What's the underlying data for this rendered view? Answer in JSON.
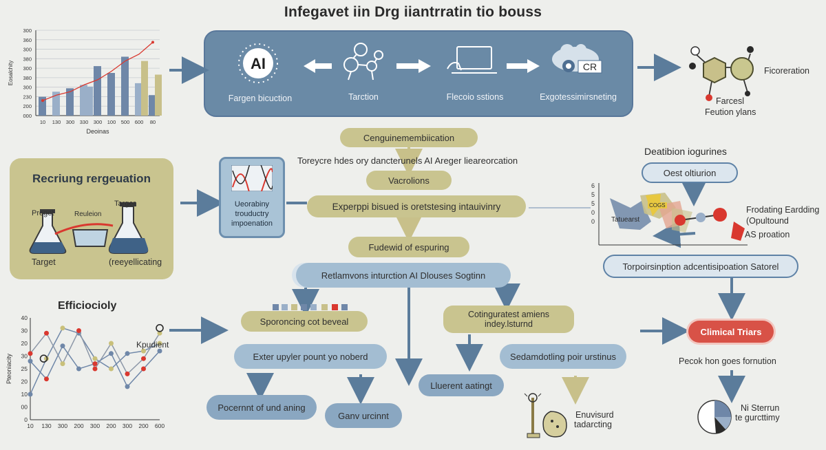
{
  "title": "Infegavet iin Drg iiantrratin tio bouss",
  "banner": {
    "ai_badge": "AI",
    "labels": [
      "Fargen bicuction",
      "Tarction",
      "Flecoio sstions",
      "Exgotessimirsneting"
    ],
    "cr_text": "CR"
  },
  "top_right": {
    "label1": "Ficoreration",
    "label2": "Farcesl",
    "label3": "Feution ylans"
  },
  "chart_top": {
    "chart_data": {
      "type": "bar",
      "categories": [
        "10",
        "130",
        "300",
        "330",
        "300",
        "100",
        "500",
        "600",
        "80"
      ],
      "series": [
        {
          "values": [
            110,
            140,
            160,
            180,
            290,
            250,
            345,
            190,
            120
          ]
        },
        {
          "values": [
            0,
            0,
            0,
            170,
            0,
            0,
            0,
            320,
            240
          ]
        }
      ],
      "line": [
        88,
        120,
        140,
        180,
        210,
        260,
        320,
        360,
        430
      ],
      "xlabel": "Deoinas",
      "ylabel": "Eosalchity",
      "yticks": [
        "300",
        "360",
        "300",
        "380",
        "300",
        "380",
        "300",
        "230",
        "200",
        "000"
      ],
      "ylim": [
        0,
        500
      ],
      "colors": [
        "#6f87a8",
        "#9aafc8",
        "#c8c08a",
        "#d9382f"
      ]
    }
  },
  "recruiting": {
    "title": "Recriung rergeuation",
    "preget": "Preget",
    "reaction": "Reuleion",
    "target_top": "Targer",
    "target_bottom": "Target",
    "recycling": "(reeyellicating"
  },
  "mini_box": {
    "line1": "Ueorabiny",
    "line2": "trouductry",
    "line3": "impoenation"
  },
  "center": {
    "pill1": "Cenguinemembiication",
    "subtitle": "Toreycre hdes ory dancterunels AI Areger lieareorcation",
    "pill2": "Vacrolions",
    "pill3": "Experppi bisued is oretstesing intauivinry",
    "pill4": "Fudewid of espuring",
    "pill5": "Retlamvons  inturction AI Dlouses Sogtinn",
    "pill6": "Sporoncing cot beveal",
    "pill7": "Cotinguratest amiens indey.lsturnd",
    "pill8": "Exter upyler pount yo noberd",
    "pill9": "Sedamdotling poir urstinus",
    "pill10": "Lluerent aatingt",
    "pill11": "Pocernnt of und aning",
    "pill12": "Ganv urcinnt",
    "enuvisurd1": "Enuvisurd",
    "enuvisurd2": "tadarcting"
  },
  "right": {
    "heading": "Deatibion iogurines",
    "pill1": "Oest oltiurion",
    "chip": "COGS",
    "tag": "Tatuearst",
    "label1": "Frodating Eardding",
    "label2": "(Opultound",
    "label3": "AS proation",
    "yticks": [
      "6",
      "5",
      "5",
      "0",
      "0"
    ],
    "pill2": "Torpoirsinption adcentisipoation Satorel",
    "pill3": "Climical Triars",
    "text1": "Pecok hon goes fornution",
    "pie1": "Ni Sterrun",
    "pie2": "te gurcttimy"
  },
  "chart_bottom": {
    "title": "Efficiocioly",
    "annot": "Kpudient",
    "chart_data": {
      "type": "line",
      "x": [
        "10",
        "130",
        "300",
        "200",
        "300",
        "200",
        "300",
        "200",
        "600"
      ],
      "series": [
        {
          "values": [
            10,
            24,
            36,
            34,
            24,
            20,
            26,
            27,
            30
          ]
        },
        {
          "values": [
            26,
            34,
            22,
            35,
            20,
            30,
            18,
            24,
            34
          ]
        },
        {
          "values": [
            23,
            16,
            29,
            20,
            22,
            26,
            13,
            20,
            27
          ]
        }
      ],
      "ylabel": "Pteoniacity",
      "yticks": [
        "40",
        "30",
        "20",
        "30",
        "25",
        "20",
        "10",
        "00",
        "0"
      ],
      "ylim": [
        0,
        40
      ],
      "colors": [
        "#6f87a8",
        "#8d98a8",
        "#c9c07a",
        "#d9382f",
        "#2a2a2a"
      ]
    }
  }
}
